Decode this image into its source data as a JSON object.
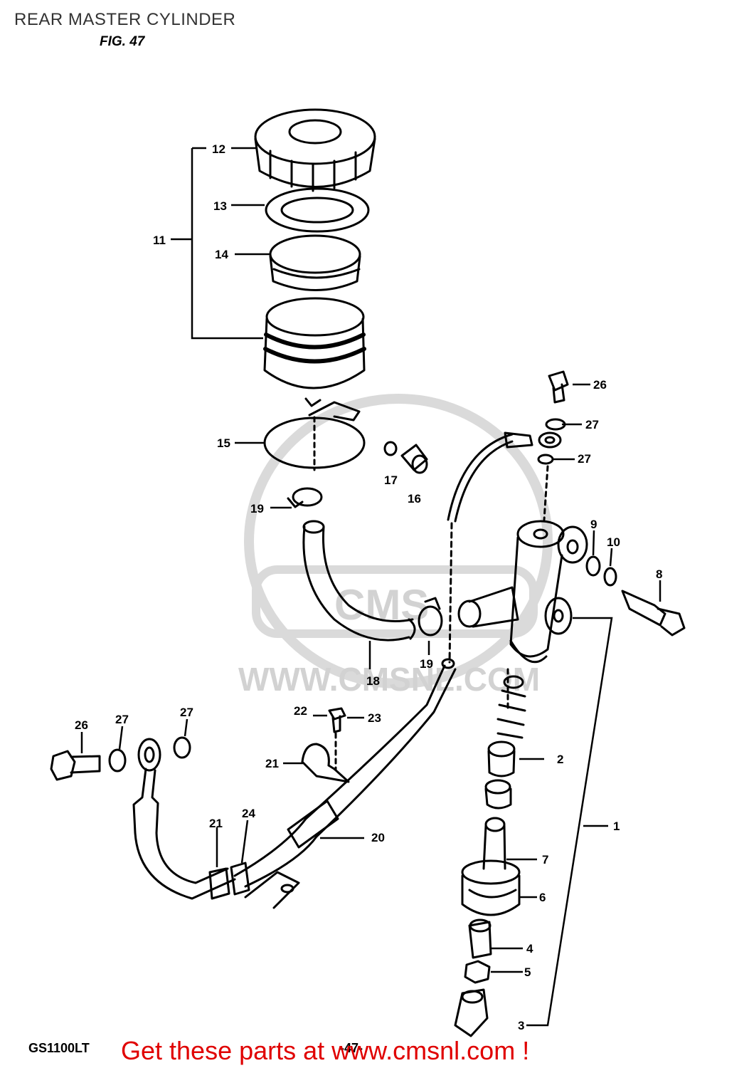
{
  "header": {
    "title": "REAR MASTER CYLINDER",
    "figure": "FIG. 47"
  },
  "watermark": {
    "text": "WWW.CMSNL.COM",
    "logo": "CMS"
  },
  "footer": {
    "model_code": "GS1100LT",
    "page_code": "-47-",
    "cta_text": "Get these parts at www.cmsnl.com !"
  },
  "callouts": {
    "c1": "1",
    "c2": "2",
    "c3": "3",
    "c4": "4",
    "c5": "5",
    "c6": "6",
    "c7": "7",
    "c8": "8",
    "c9": "9",
    "c10": "10",
    "c11": "11",
    "c12": "12",
    "c13": "13",
    "c14": "14",
    "c15": "15",
    "c16": "16",
    "c17": "17",
    "c18": "18",
    "c19a": "19",
    "c19b": "19",
    "c20": "20",
    "c21a": "21",
    "c21b": "21",
    "c22": "22",
    "c23": "23",
    "c24": "24",
    "c26a": "26",
    "c26b": "26",
    "c27a": "27",
    "c27b": "27",
    "c27c": "27",
    "c27d": "27"
  },
  "colors": {
    "line": "#000000",
    "watermark": "#d2d2d2",
    "cta": "#e00000"
  }
}
